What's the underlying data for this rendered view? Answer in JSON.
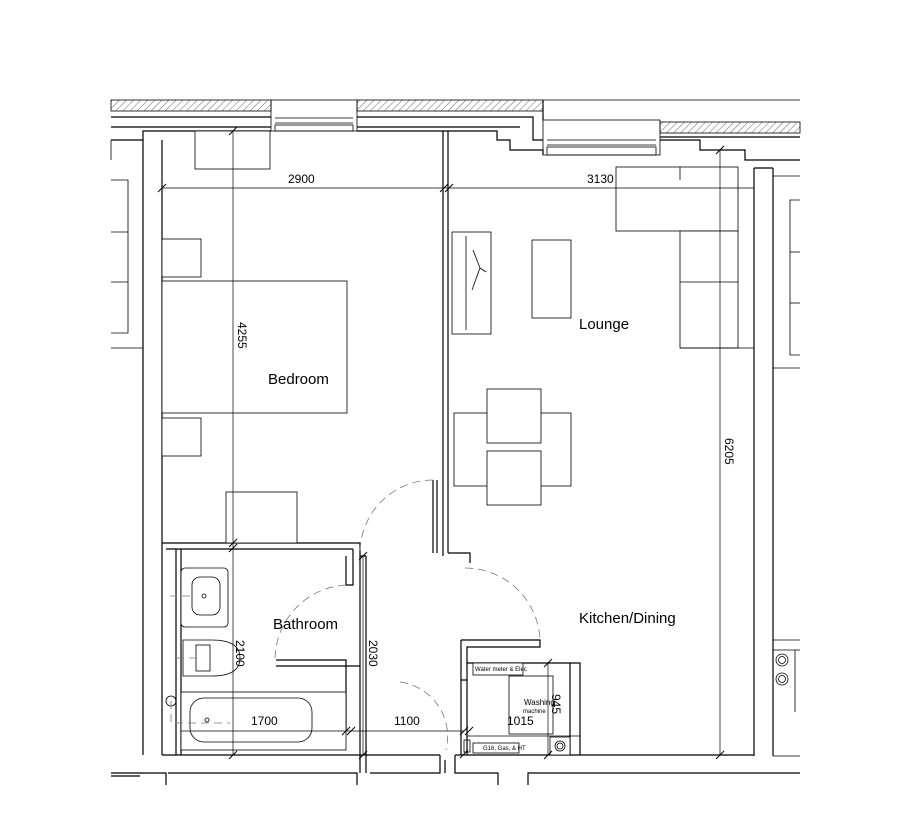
{
  "rooms": {
    "bedroom": "Bedroom",
    "lounge": "Lounge",
    "bathroom": "Bathroom",
    "kitchen_dining": "Kitchen/Dining"
  },
  "dimensions": {
    "bedroom_width": "2900",
    "lounge_width": "3130",
    "bedroom_depth": "4255",
    "lounge_depth": "6205",
    "bathroom_width": "1700",
    "bathroom_depth": "2100",
    "hall_depth": "2030",
    "hall_width": "1100",
    "utility_width": "1015",
    "utility_depth": "945"
  },
  "annotations": {
    "water_meter": "Water meter & Elec",
    "washing_machine_line1": "Washing",
    "washing_machine_line2": "machine",
    "gas_meter": "G16, Gas, & HT"
  }
}
